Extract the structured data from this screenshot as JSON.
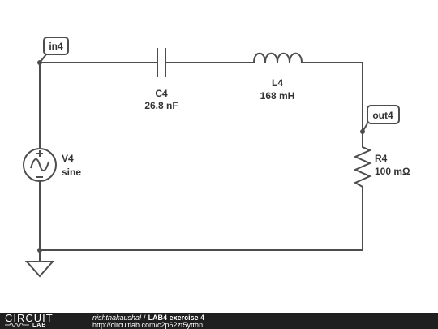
{
  "schematic": {
    "nodes": {
      "in_label": "in4",
      "out_label": "out4"
    },
    "components": {
      "capacitor": {
        "name": "C4",
        "value": "26.8 nF"
      },
      "inductor": {
        "name": "L4",
        "value": "168 mH"
      },
      "resistor": {
        "name": "R4",
        "value": "100 mΩ"
      },
      "source": {
        "name": "V4",
        "value": "sine"
      }
    }
  },
  "footer": {
    "logo_top": "CIRCUIT",
    "logo_bottom": "LAB",
    "author": "nishthakaushal",
    "separator": "/",
    "title": "LAB4 exercise 4",
    "url": "http://circuitlab.com/c2p62zt5ytthn"
  },
  "colors": {
    "wire": "#4d4d4d",
    "text": "#333333",
    "footer_bg": "#1f1f1f"
  }
}
